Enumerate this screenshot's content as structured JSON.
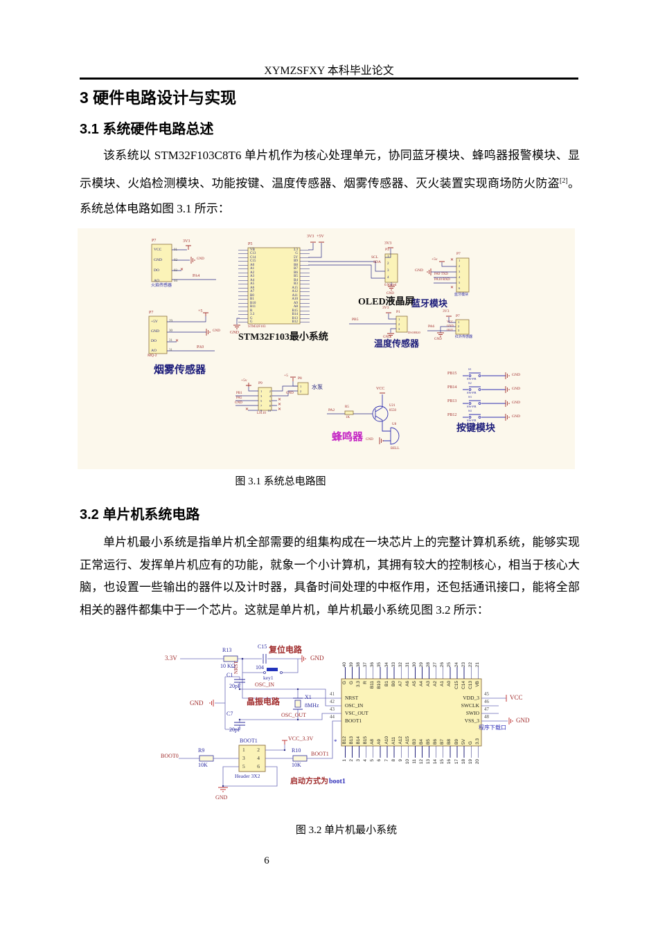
{
  "page": {
    "header_title": "XYMZSFXY 本科毕业论文",
    "page_number": "6"
  },
  "content": {
    "h1": "3 硬件电路设计与实现",
    "s31_title": "3.1 系统硬件电路总述",
    "s31_para_a": "该系统以 STM32F103C8T6 单片机作为核心处理单元，协同蓝牙模块、蜂鸣器报警模块、显示模块、火焰检测模块、功能按键、温度传感器、烟雾传感器、灭火装置实现商场防火防盗",
    "s31_sup": "[2]",
    "s31_para_b": "。系统总体电路如图 3.1 所示：",
    "fig31_caption": "图 3.1  系统总电路图",
    "s32_title": "3.2 单片机系统电路",
    "s32_para": "单片机最小系统是指单片机全部需要的组集构成在一块芯片上的完整计算机系统，能够实现正常运行、发挥单片机应有的功能，就象一个小计算机，其拥有较大的控制核心，相当于核心大脑，也设置一些输出的器件以及计时器，具备时间处理的中枢作用，还包括通讯接口，能将全部相关的器件都集中于一个芯片。这就是单片机，单片机最小系统见图 3.2 所示：",
    "fig32_caption": "图 3.2  单片机最小系统"
  },
  "colors": {
    "net_label_red": "#a02c2c",
    "wire_navy": "#2a2a85",
    "wire_blue32": "#6a6ab8",
    "component_fill": "#fbf3b8",
    "component_border": "#8a6d3b",
    "annotation_blue": "#2a2aa0",
    "buzzer_label_magenta": "#c322c3"
  },
  "fig31": {
    "flame": {
      "ref": "P7",
      "pins": [
        "VCC",
        "GND",
        "DO",
        "AO"
      ],
      "nums": [
        "01",
        "02",
        "03",
        "04"
      ],
      "net_vcc": "3V3",
      "net_gnd": "GND",
      "x_mark": "✕",
      "net_ao": "PA4",
      "label": "火焰传感器"
    },
    "smoke": {
      "ref": "P7",
      "pins": [
        "+5V",
        "GND",
        "DO",
        "AO"
      ],
      "nums": [
        "29",
        "30",
        "31",
        "31"
      ],
      "net_vcc": "+5",
      "net_gnd": "GND",
      "x_mark": "✕",
      "net_ao": "PA0",
      "part": "MQ-2",
      "label": "烟雾传感器"
    },
    "mcu": {
      "ref": "P5",
      "part": "STM32F103",
      "label": "STM32F103最小系统",
      "net_3v3": "3V3",
      "net_5v": "+5V",
      "net_gnd": "GND",
      "left_pins": [
        "VB",
        "C13",
        "C14",
        "C15",
        "A0",
        "A1",
        "A2",
        "A3",
        "A4",
        "A5",
        "A6",
        "A7",
        "B0",
        "B1",
        "B10",
        "B11",
        "R",
        "3.3",
        "G",
        "G"
      ],
      "right_pins": [
        "3.3",
        "G",
        "5V",
        "B9",
        "B8",
        "B7",
        "B6",
        "B5",
        "B4",
        "B3",
        "A15",
        "A12",
        "A11",
        "A10",
        "A9",
        "A8",
        "B15",
        "B14",
        "B13",
        "B12"
      ]
    },
    "oled": {
      "ref": "P3",
      "pins": [
        "1",
        "2",
        "3",
        "4"
      ],
      "scl": "SCL",
      "sda": "SDA",
      "net_vcc": "3V3",
      "net_gnd": "GND",
      "part": "0.96oled",
      "label": "OLED液晶屏"
    },
    "bt": {
      "ref": "P7",
      "pins": [
        "1",
        "2",
        "3",
        "4",
        "5",
        "6"
      ],
      "net_vcc": "+5v",
      "net_gnd": "GND",
      "txd": "PA9 TXD",
      "rxd": "PA10 RXD",
      "x_mark": "✕",
      "part": "蓝牙模块",
      "label": "蓝牙模块"
    },
    "temp": {
      "ref": "P1",
      "pins": [
        "1",
        "2",
        "3"
      ],
      "net": "PB5",
      "net_vcc": "3V3",
      "net_gnd": "GND",
      "part": "DS18B20",
      "label": "温度传感器"
    },
    "ir": {
      "ref": "P7",
      "pins": [
        "1",
        "2",
        "3"
      ],
      "rows": [
        "VCC",
        "GND",
        "OUT"
      ],
      "net": "PA6",
      "net_vcc": "3V3",
      "net_gnd": "GND",
      "label": "红外传感器"
    },
    "driver": {
      "ref": "P9",
      "left_nums": [
        "1",
        "3",
        "5",
        "7",
        "9"
      ],
      "right_nums": [
        "2",
        "4",
        "6",
        "8",
        "10"
      ],
      "net_vcc": "+5v",
      "net_in1": "PB1",
      "net_in2": "PA5",
      "net_gnd": "GND",
      "x_mark": "✕",
      "part": "L9110"
    },
    "pump": {
      "ref": "P8",
      "pins": [
        "1",
        "2"
      ],
      "net_vcc": "+5",
      "net_gnd": "GND",
      "label": "水泵"
    },
    "buzzer": {
      "net": "PA2",
      "r_ref": "R5",
      "r_val": "1K",
      "q_ref": "U21",
      "q_part": "8550",
      "net_vcc": "VCC",
      "bell_ref": "U8",
      "bell_part": "BELL",
      "net_gnd": "GND",
      "label": "蜂鸣器"
    },
    "keys": {
      "label": "按键模块",
      "sw": "SW-PB",
      "gnd": "GND",
      "rows": [
        {
          "net": "PB15",
          "ref": "S1"
        },
        {
          "net": "PB14",
          "ref": "S2"
        },
        {
          "net": "PB13",
          "ref": "S3"
        },
        {
          "net": "PB12",
          "ref": "S4"
        }
      ]
    }
  },
  "fig32": {
    "reset": {
      "net_in": "3.3V",
      "r_ref": "R13",
      "r_val": "10 KΩ",
      "nrst": "NRST",
      "c_ref": "C15",
      "c_val": "104",
      "key": "key1",
      "gnd": "GND",
      "label": "复位电路"
    },
    "osc": {
      "c1": "C1",
      "c1_val": "20pF",
      "c7": "C7",
      "c7_val": "20pF",
      "x1": "X1",
      "x1_val": "8MHz",
      "gnd": "GND",
      "osc_in": "OSC_IN",
      "osc_out": "OSC_OUT",
      "label": "晶振电路"
    },
    "boot": {
      "net_in": "BOOT0",
      "r9": "R9",
      "r9_val": "10K",
      "hdr_net": "BOOT1",
      "hdr_nums_l": [
        "1",
        "3",
        "5"
      ],
      "hdr_nums_r": [
        "2",
        "4",
        "6"
      ],
      "hdr_part": "Header 3X2",
      "vcc": "VCC_3.3V",
      "r10": "R10",
      "r10_val": "10K",
      "net_out": "BOOT1",
      "gnd": "GND",
      "note_a": "启动方式为",
      "note_b": "boot1",
      "pin1_mark": "*"
    },
    "mcu": {
      "top_nums": [
        "40",
        "39",
        "38",
        "37",
        "36",
        "35",
        "34",
        "33",
        "32",
        "31",
        "30",
        "29",
        "28",
        "27",
        "26",
        "25",
        "24",
        "23",
        "22",
        "21"
      ],
      "top_pins": [
        "G",
        "G",
        "3.3",
        "R",
        "B11",
        "B10",
        "B1",
        "B0",
        "A7",
        "A6",
        "A5",
        "A4",
        "A3",
        "A2",
        "A1",
        "A0",
        "C15",
        "C14",
        "C13",
        "VB"
      ],
      "left_nums": [
        "41",
        "42",
        "43",
        "44"
      ],
      "left_pins": [
        "NRST",
        "OSC_IN",
        "VSC_OUT",
        "BOOT1"
      ],
      "right_nums": [
        "45",
        "46",
        "47",
        "48"
      ],
      "right_pins": [
        "VDD_3",
        "SWCLK",
        "SWIO",
        "VSS_3"
      ],
      "bottom_nums": [
        "1",
        "2",
        "3",
        "4",
        "5",
        "6",
        "7",
        "8",
        "9",
        "10",
        "11",
        "12",
        "13",
        "14",
        "15",
        "16",
        "17",
        "18",
        "19",
        "20"
      ],
      "bottom_pins": [
        "B12",
        "B13",
        "B14",
        "B15",
        "A8",
        "A9",
        "A10",
        "A11",
        "A12",
        "A15",
        "B3",
        "B4",
        "B5",
        "B6",
        "B7",
        "B8",
        "B9",
        "5V",
        "G",
        "3.3"
      ],
      "vcc": "VCC",
      "gnd": "GND",
      "note": "程序下载口"
    }
  }
}
